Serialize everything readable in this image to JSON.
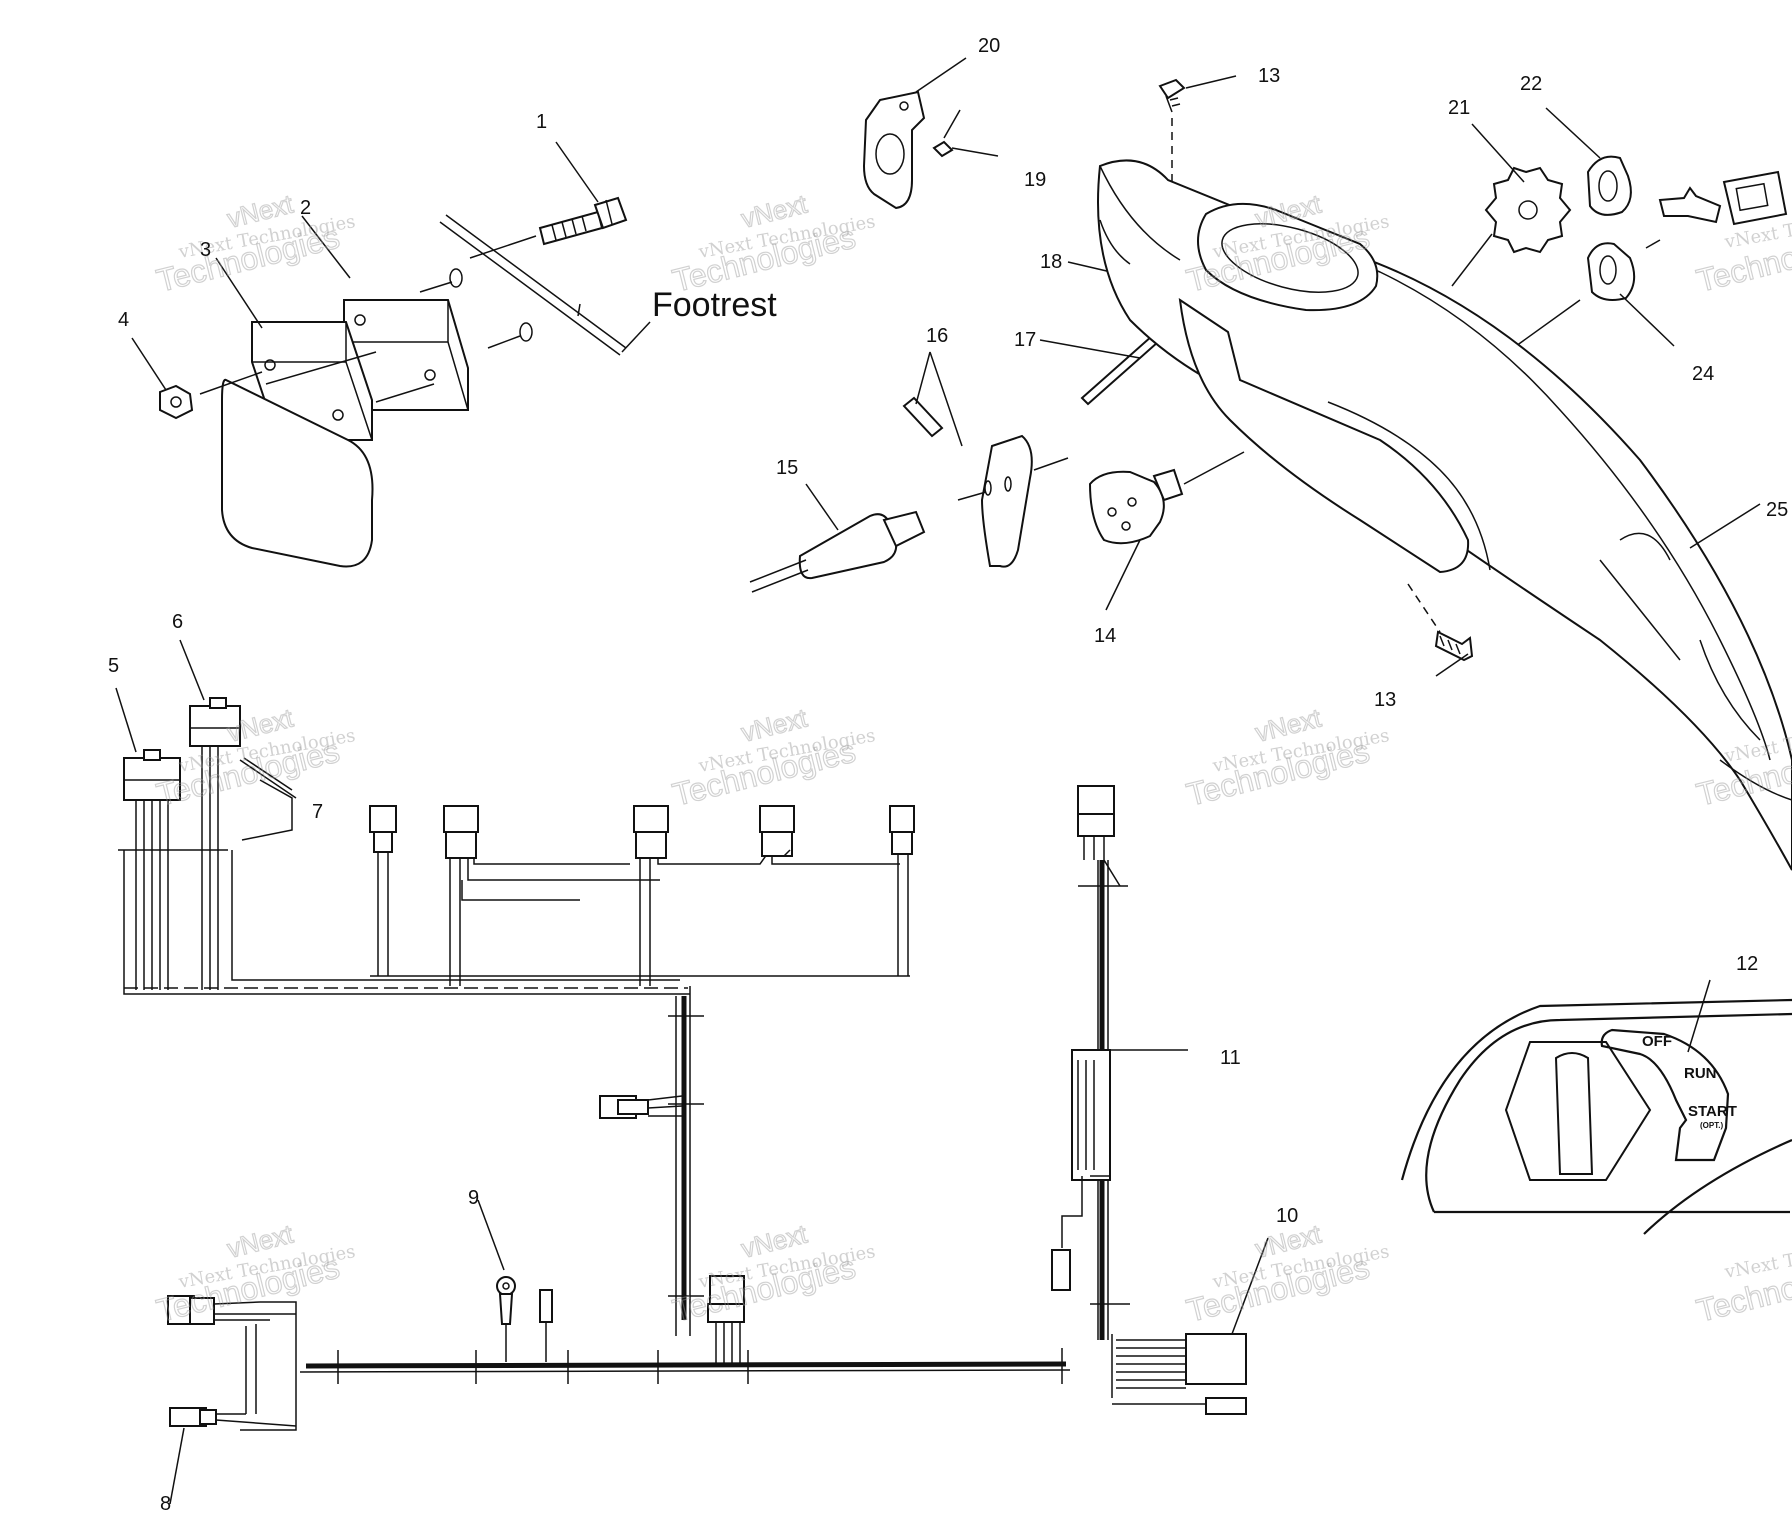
{
  "footrest_label": "Footrest",
  "callouts": [
    {
      "id": "c1",
      "text": "1"
    },
    {
      "id": "c2",
      "text": "2"
    },
    {
      "id": "c3",
      "text": "3"
    },
    {
      "id": "c4",
      "text": "4"
    },
    {
      "id": "c5",
      "text": "5"
    },
    {
      "id": "c6",
      "text": "6"
    },
    {
      "id": "c7",
      "text": "7"
    },
    {
      "id": "c8",
      "text": "8"
    },
    {
      "id": "c9",
      "text": "9"
    },
    {
      "id": "c10",
      "text": "10"
    },
    {
      "id": "c11",
      "text": "11"
    },
    {
      "id": "c12",
      "text": "12"
    },
    {
      "id": "c13a",
      "text": "13"
    },
    {
      "id": "c13b",
      "text": "13"
    },
    {
      "id": "c14",
      "text": "14"
    },
    {
      "id": "c15",
      "text": "15"
    },
    {
      "id": "c16",
      "text": "16"
    },
    {
      "id": "c17",
      "text": "17"
    },
    {
      "id": "c18",
      "text": "18"
    },
    {
      "id": "c19",
      "text": "19"
    },
    {
      "id": "c20",
      "text": "20"
    },
    {
      "id": "c21",
      "text": "21"
    },
    {
      "id": "c22",
      "text": "22"
    },
    {
      "id": "c24",
      "text": "24"
    },
    {
      "id": "c25",
      "text": "25"
    }
  ],
  "ignition_switch": {
    "off": "OFF",
    "run": "RUN",
    "start": "START",
    "start_note": "(OPT.)"
  },
  "watermark": {
    "small": "vNext Technologies",
    "big_top": "vNext",
    "big_bottom": "Technologies"
  }
}
